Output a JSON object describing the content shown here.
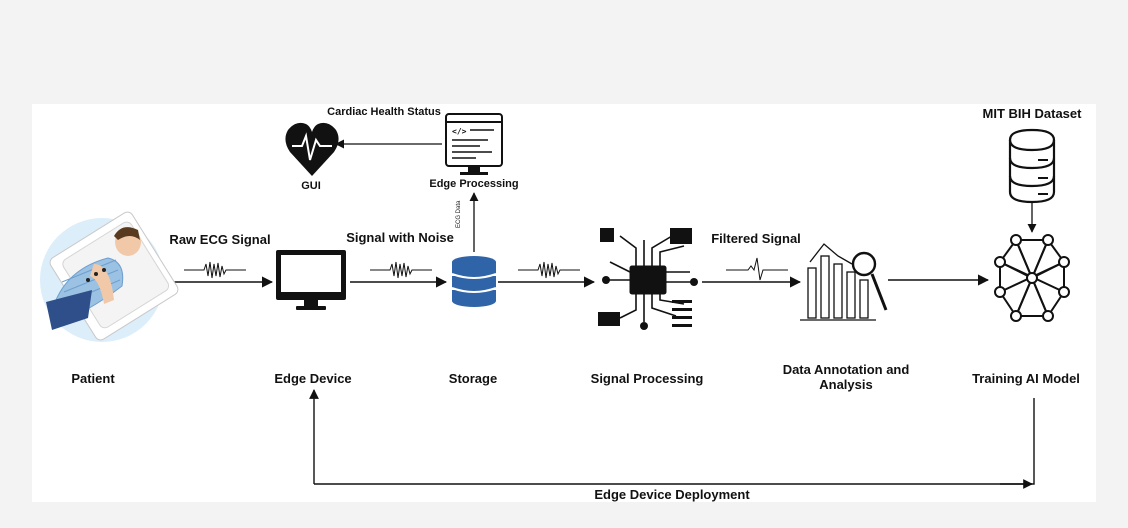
{
  "nodes": {
    "patient": "Patient",
    "edge_device": "Edge Device",
    "storage": "Storage",
    "signal_processing": "Signal Processing",
    "data_annotation_line1": "Data Annotation and",
    "data_annotation_line2": "Analysis",
    "training_ai_model": "Training AI Model",
    "gui": "GUI",
    "edge_processing": "Edge Processing",
    "mit_bih_dataset": "MIT BIH Dataset"
  },
  "edges": {
    "raw_ecg_signal": "Raw ECG Signal",
    "signal_with_noise": "Signal with Noise",
    "filtered_signal": "Filtered Signal",
    "ecg_data": "ECG Data",
    "cardiac_health_status": "Cardiac Health Status",
    "edge_device_deployment": "Edge Device Deployment"
  },
  "icons": [
    "patient-icon",
    "monitor-icon",
    "database-icon",
    "chip-icon",
    "analysis-chart-icon",
    "neural-network-icon",
    "heart-ecg-icon",
    "code-monitor-icon",
    "dataset-database-icon"
  ],
  "colors": {
    "line": "#111111",
    "accent_blue": "#6f9fd0",
    "patient_bg": "#dceefa"
  }
}
